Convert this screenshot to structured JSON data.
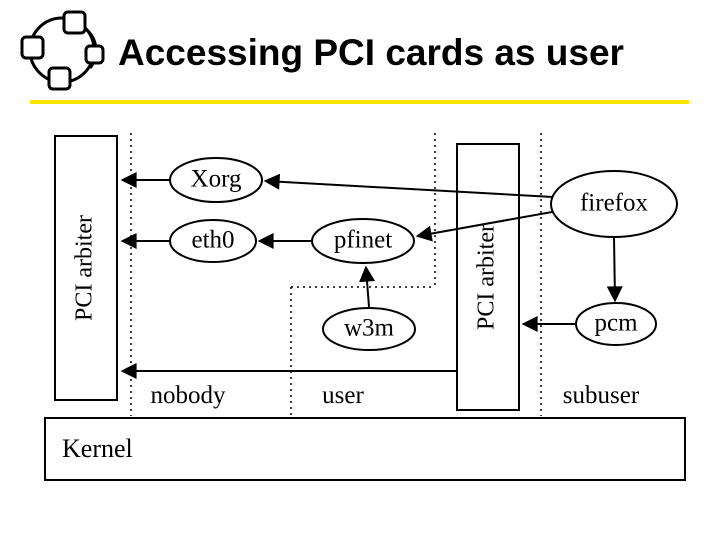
{
  "slide": {
    "title": "Accessing PCI cards as user"
  },
  "diagram": {
    "arbiters": {
      "left": "PCI arbiter",
      "right": "PCI arbiter"
    },
    "kernel_label": "Kernel",
    "zones": {
      "nobody": "nobody",
      "user": "user",
      "subuser": "subuser"
    },
    "nodes": {
      "xorg": "Xorg",
      "eth0": "eth0",
      "pfinet": "pfinet",
      "w3m": "w3m",
      "firefox": "firefox",
      "pcm": "pcm"
    },
    "edges": [
      {
        "from": "Xorg",
        "to": "PCI arbiter (left)"
      },
      {
        "from": "firefox",
        "to": "Xorg"
      },
      {
        "from": "eth0",
        "to": "PCI arbiter (left)"
      },
      {
        "from": "pfinet",
        "to": "eth0"
      },
      {
        "from": "firefox",
        "to": "pfinet"
      },
      {
        "from": "w3m",
        "to": "pfinet"
      },
      {
        "from": "firefox",
        "to": "pcm"
      },
      {
        "from": "pcm",
        "to": "PCI arbiter (right)"
      },
      {
        "from": "PCI arbiter (right)",
        "to": "PCI arbiter (left)"
      }
    ]
  },
  "colors": {
    "accent_rule": "#ffe600",
    "stroke": "#000000",
    "background": "#ffffff"
  }
}
